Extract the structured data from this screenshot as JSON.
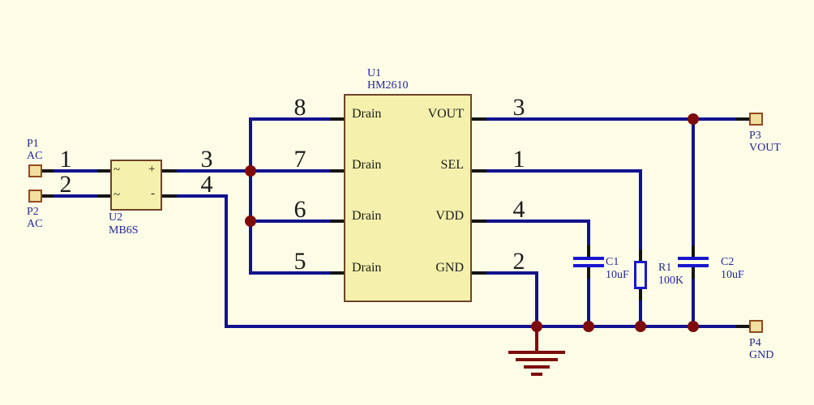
{
  "colors": {
    "background": "#FDFDE7",
    "wire": "#12128F",
    "stub": "#141414",
    "junction": "#7D0B0B",
    "ground": "#7D0B0B",
    "comp_blue": "#1717CF",
    "label_blue": "#24249C",
    "pin_text": "#1B1B1B",
    "ic_fill": "#F5F1AD",
    "ic_border": "#6F4327",
    "pad_fill": "#F2DF9F",
    "pad_border": "#91491E",
    "resistor_fill": "#FBFBEA"
  },
  "u1": {
    "ref": "U1",
    "part": "HM2610",
    "pins_left": [
      {
        "num": "8",
        "name": "Drain"
      },
      {
        "num": "7",
        "name": "Drain"
      },
      {
        "num": "6",
        "name": "Drain"
      },
      {
        "num": "5",
        "name": "Drain"
      }
    ],
    "pins_right": [
      {
        "num": "3",
        "name": "VOUT"
      },
      {
        "num": "1",
        "name": "SEL"
      },
      {
        "num": "4",
        "name": "VDD"
      },
      {
        "num": "2",
        "name": "GND"
      }
    ]
  },
  "u2": {
    "ref": "U2",
    "part": "MB6S",
    "sym_ac1": "~",
    "sym_ac2": "~",
    "sym_plus": "+",
    "sym_minus": "-",
    "pin_in1": "1",
    "pin_in2": "2",
    "pin_out_plus": "3",
    "pin_out_minus": "4"
  },
  "connectors": {
    "p1": {
      "ref": "P1",
      "net": "AC"
    },
    "p2": {
      "ref": "P2",
      "net": "AC"
    },
    "p3": {
      "ref": "P3",
      "net": "VOUT"
    },
    "p4": {
      "ref": "P4",
      "net": "GND"
    }
  },
  "parts": {
    "c1": {
      "ref": "C1",
      "value": "10uF"
    },
    "r1": {
      "ref": "R1",
      "value": "100K"
    },
    "c2": {
      "ref": "C2",
      "value": "10uF"
    }
  }
}
